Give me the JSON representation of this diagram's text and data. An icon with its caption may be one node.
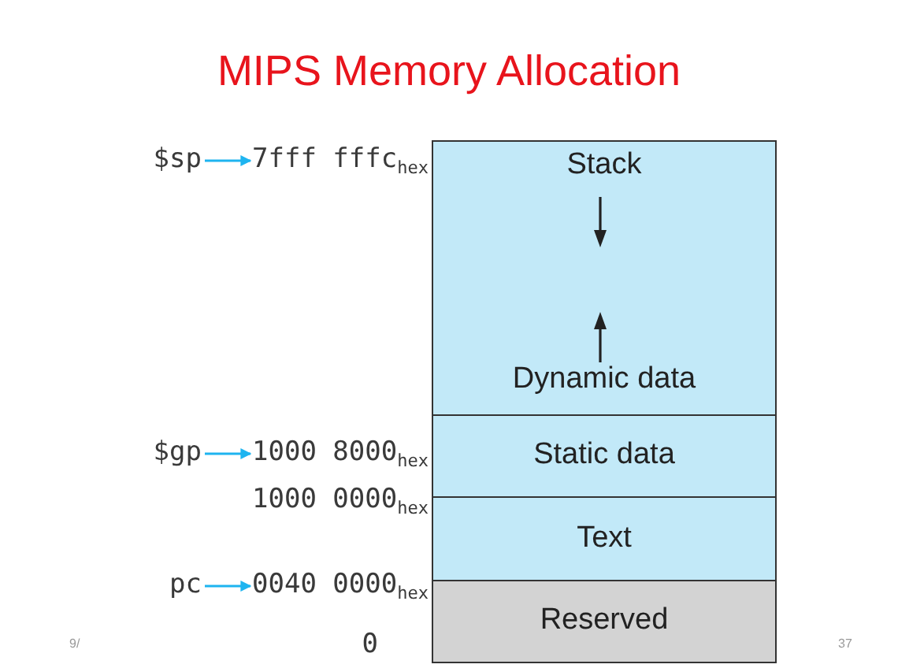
{
  "diagram": {
    "title": "MIPS Memory Allocation",
    "nodes": [
      {
        "text": [
          "$sp"
        ]
      },
      {
        "text": [
          "7fff fffc$_{hex}$"
        ]
      },
      {
        "text": [
          "$gp"
        ]
      },
      {
        "text": [
          "1000 8000$_{hex}$"
        ]
      },
      {
        "text": [
          "pc"
        ]
      },
      {
        "text": [
          "0040 0000$_{hex}$"
        ]
      },
      {
        "text": [
          "Stack",
          "Dynamic data"
        ]
      },
      {
        "text": [
          "Static data"
        ]
      },
      {
        "text": [
          "Text"
        ]
      },
      {
        "text": [
          "Reserved"
        ]
      }
    ],
    "edges": [
      {
        "from": 0,
        "to": 1,
        "arrow": "to"
      },
      {
        "from": 2,
        "to": 3,
        "arrow": "to"
      },
      {
        "from": 4,
        "to": 5,
        "arrow": "to"
      }
    ],
    "labels": [
      "1000 0000$_{hex}$",
      "0",
      "9/",
      "37"
    ]
  }
}
